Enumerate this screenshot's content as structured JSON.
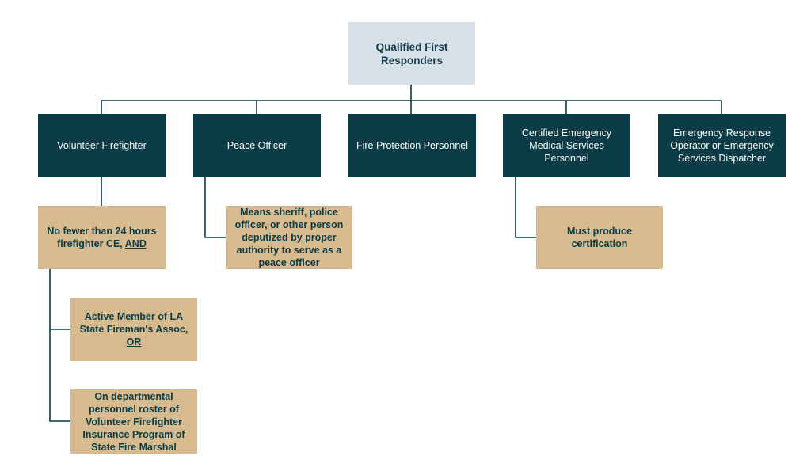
{
  "diagram": {
    "root": {
      "label": "Qualified First Responders"
    },
    "categories": [
      {
        "label": "Volunteer Firefighter"
      },
      {
        "label": "Peace Officer"
      },
      {
        "label": "Fire Protection Personnel"
      },
      {
        "label": "Certified Emergency Medical Services Personnel"
      },
      {
        "label": "Emergency Response Operator or Emergency Services Dispatcher"
      }
    ],
    "notes": {
      "volunteer_ce": {
        "text": "No fewer than 24 hours firefighter CE,",
        "conjunction": "AND"
      },
      "volunteer_member": {
        "text": "Active Member of LA State Fireman's Assoc,",
        "conjunction": "OR"
      },
      "volunteer_roster": {
        "text": "On departmental personnel roster of Volunteer Firefighter Insurance Program of State Fire Marshal"
      },
      "peace_officer": {
        "text": "Means sheriff, police officer, or other person deputized by proper authority to serve as a peace officer"
      },
      "ems": {
        "text": "Must produce certification"
      }
    },
    "colors": {
      "root_fill": "#d6e0e8",
      "category_fill": "#093c46",
      "note_fill": "#d7bb8e",
      "connector": "#093c46"
    }
  }
}
